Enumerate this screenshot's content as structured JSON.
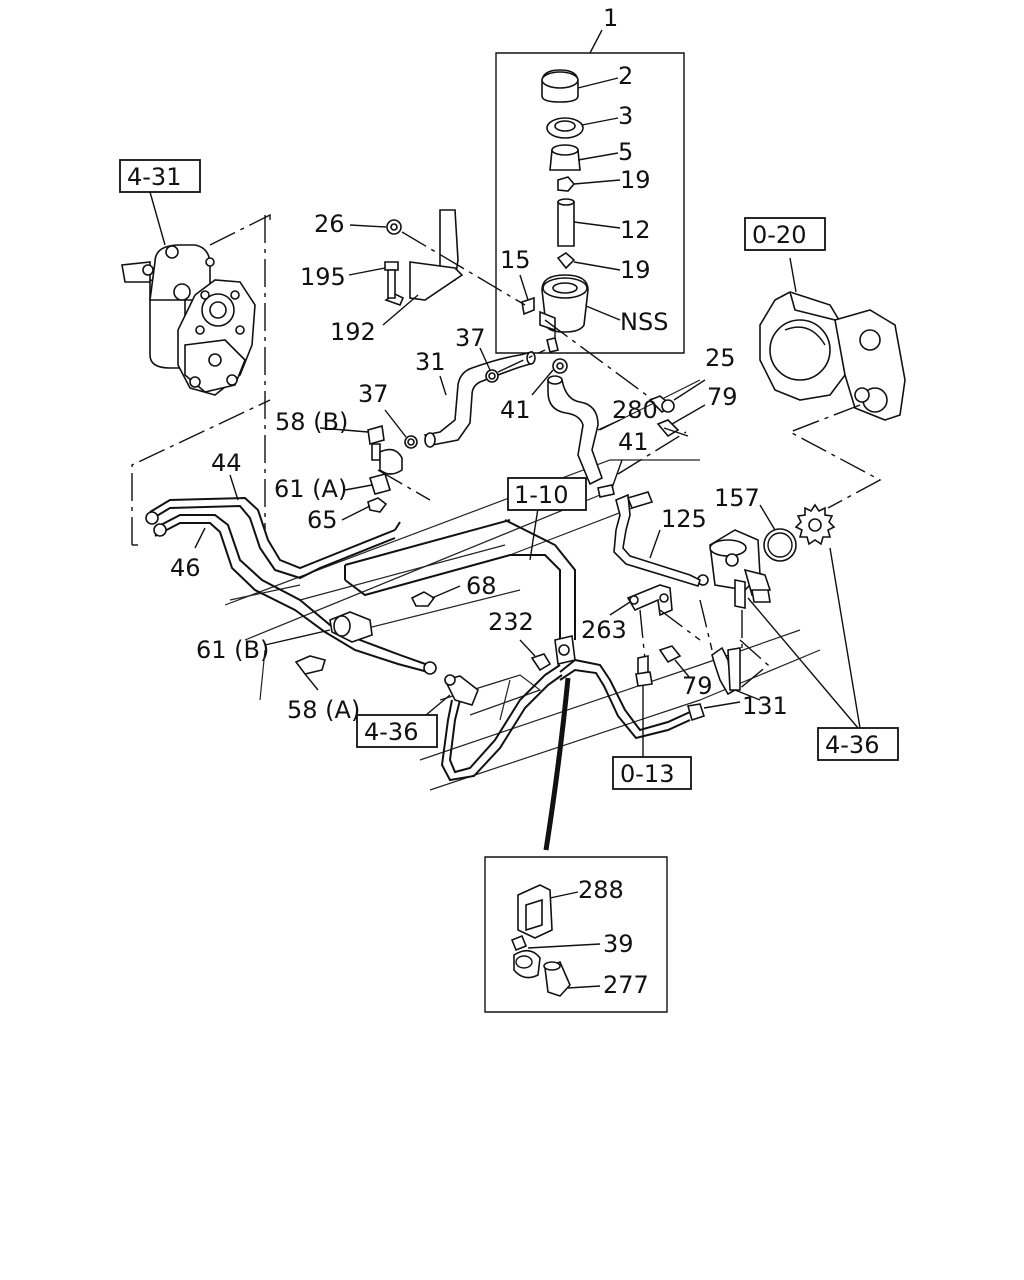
{
  "callouts": {
    "c1": "1",
    "c2": "2",
    "c3": "3",
    "c5": "5",
    "c19a": "19",
    "c12": "12",
    "c19b": "19",
    "c15": "15",
    "cNSS": "NSS",
    "c26": "26",
    "c195": "195",
    "c192": "192",
    "c37a": "37",
    "c31": "31",
    "c25": "25",
    "c37b": "37",
    "c41a": "41",
    "c280": "280",
    "c79a": "79",
    "c58b": "58 (B)",
    "c44": "44",
    "c61a": "61 (A)",
    "c41b": "41",
    "c65": "65",
    "c46": "46",
    "c125": "125",
    "c157": "157",
    "c68": "68",
    "c232": "232",
    "c263": "263",
    "c61b": "61 (B)",
    "c79b": "79",
    "c58a": "58 (A)",
    "c131": "131",
    "c288": "288",
    "c39": "39",
    "c277": "277"
  },
  "references": {
    "r431": "4-31",
    "r020": "0-20",
    "r110": "1-10",
    "r436a": "4-36",
    "r013": "0-13",
    "r436b": "4-36"
  }
}
